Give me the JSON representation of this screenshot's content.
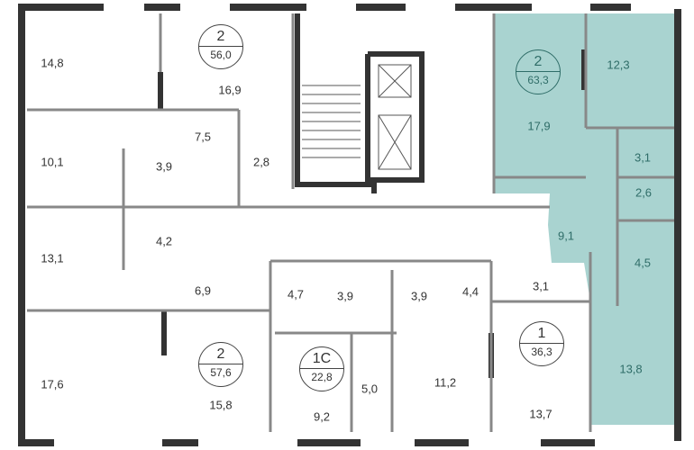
{
  "colors": {
    "highlight": "#a9d3d0",
    "highlight_text": "#2f6d68",
    "wall": "#333333",
    "partition": "#8a8a8a"
  },
  "apartments": [
    {
      "rooms_count": "2",
      "area": "56,0",
      "highlighted": false
    },
    {
      "rooms_count": "2",
      "area": "63,3",
      "highlighted": true
    },
    {
      "rooms_count": "2",
      "area": "57,6",
      "highlighted": false
    },
    {
      "rooms_count": "1C",
      "area": "22,8",
      "highlighted": false
    },
    {
      "rooms_count": "1",
      "area": "36,3",
      "highlighted": false
    }
  ],
  "rooms": [
    "14,8",
    "16,9",
    "7,5",
    "10,1",
    "3,9",
    "2,8",
    "4,2",
    "13,1",
    "6,9",
    "17,6",
    "15,8",
    "4,7",
    "3,9",
    "3,9",
    "4,4",
    "3,1",
    "9,2",
    "5,0",
    "11,2",
    "13,7",
    "17,9",
    "12,3",
    "3,1",
    "2,6",
    "9,1",
    "4,5",
    "13,8"
  ]
}
